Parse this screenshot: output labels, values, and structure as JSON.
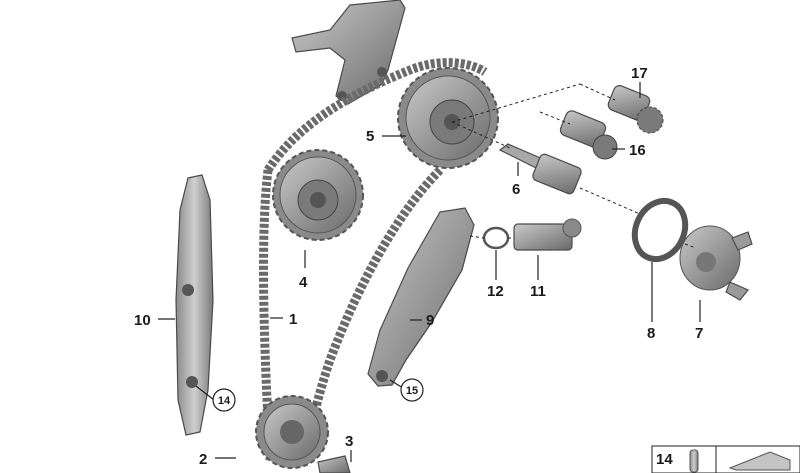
{
  "callouts": [
    {
      "id": "1",
      "text": "1"
    },
    {
      "id": "2",
      "text": "2"
    },
    {
      "id": "3",
      "text": "3"
    },
    {
      "id": "4",
      "text": "4"
    },
    {
      "id": "5",
      "text": "5"
    },
    {
      "id": "6",
      "text": "6"
    },
    {
      "id": "7",
      "text": "7"
    },
    {
      "id": "8",
      "text": "8"
    },
    {
      "id": "9",
      "text": "9"
    },
    {
      "id": "10",
      "text": "10"
    },
    {
      "id": "11",
      "text": "11"
    },
    {
      "id": "12",
      "text": "12"
    },
    {
      "id": "16",
      "text": "16"
    },
    {
      "id": "17",
      "text": "17"
    }
  ],
  "circled_refs": [
    {
      "id": "14a",
      "text": "14"
    },
    {
      "id": "15",
      "text": "15"
    }
  ],
  "legend": {
    "number": "14"
  },
  "colors": {
    "part_fill": "#9a9a9a",
    "part_dark": "#6e6e6e",
    "part_light": "#c4c4c4",
    "chain": "#7a7a7a",
    "line": "#222222"
  }
}
